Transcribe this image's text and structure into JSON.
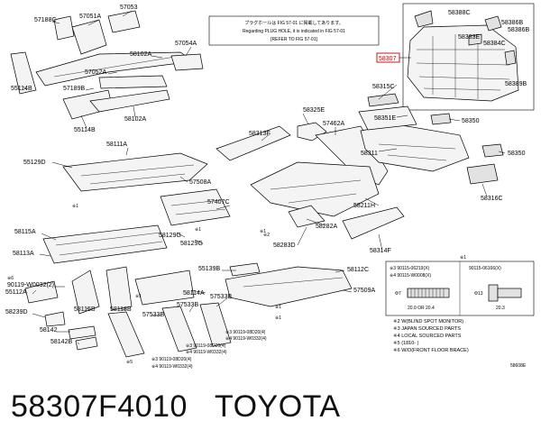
{
  "notice": {
    "line1": "プラグホールは FIG 57-01 に掲載してあります。",
    "line2": "Regarding PLUG HOLE, it is indicated in FIG 57-01",
    "line3": "[REFER TO FIG 57-01]"
  },
  "highlighted_label": "58307",
  "labels": {
    "l57188C": "57188C",
    "l57051A": "57051A",
    "l57053": "57053",
    "l58102A_a": "58102A",
    "l57054A": "57054A",
    "l57052A": "57052A",
    "l55114B_a": "55114B",
    "l57189B": "57189B",
    "l55114B_b": "55114B",
    "l58102A_b": "58102A",
    "l58388C": "58388C",
    "l58386B_a": "58386B",
    "l58383E": "58383E",
    "l58386B_b": "58386B",
    "l58384C": "58384C",
    "l58389B": "58389B",
    "l58315C": "58315C",
    "l58351E": "58351E",
    "l58350_a": "58350",
    "l58325E": "58325E",
    "l57462A": "57462A",
    "l58313F": "58313F",
    "l58311": "58311",
    "l58350_b": "58350",
    "l58316C": "58316C",
    "l58111A": "58111A",
    "l55129D": "55129D",
    "l57508A": "57508A",
    "l57407C": "57407C",
    "l58211H": "58211H",
    "l58282A": "58282A",
    "l58283D": "58283D",
    "l58314F": "58314F",
    "l58115A": "58115A",
    "l58129G_a": "58129G",
    "l58129G_b": "58129G",
    "l58113A": "58113A",
    "l55139B": "55139B",
    "l58112C": "58112C",
    "l57509A": "57509A",
    "l90119_W0032": "90119-W0032(2)",
    "l55112A": "55112A",
    "l58114A": "58114A",
    "l57533B_a": "57533B",
    "l57533B_b": "57533B",
    "l57533B_c": "57533B",
    "l58239D": "58239D",
    "l58115B": "58115B",
    "l58118B": "58118B",
    "l58142": "58142",
    "l58142B": "58142B",
    "bolt_a1": "※3 90119-08D20(4)",
    "bolt_a2": "※4 90119-W0332(4)",
    "bolt_b1": "※3 90119-08D20(4)",
    "bolt_b2": "※4 90119-W0332(4)",
    "bolt_c1": "※3 90119-08D20(4)",
    "bolt_c2": "※4 90119-W0332(4)",
    "mk1": "※1",
    "mk2": "※1",
    "mk3": "※1",
    "mk4": "※1",
    "mk5": "※6",
    "mk6": "※5",
    "mk7": "※1",
    "mk8": "※1",
    "mk9": "※1",
    "mk10": "※2"
  },
  "spec_box": {
    "col1": "※3 90115-06219(X)",
    "col1b": "※4 90115-W0008(X)",
    "col2": "90115-06166(X)",
    "dims1": [
      "Φ7",
      "20.0 OR 20.4"
    ],
    "dims2": [
      "Φ13",
      "20.3"
    ]
  },
  "notes": [
    "※2 W(BLIND SPOT MONITOR)",
    "※3 JAPAN SOURCED PARTS",
    "※4 LOCAL SOURCED PARTS",
    "※5 (1810-        )",
    "※6 W/O(FRONT FLOOR BRACE)"
  ],
  "figure_code": "58608E",
  "footer": {
    "part_number": "58307F4010",
    "brand": "TOYOTA"
  }
}
